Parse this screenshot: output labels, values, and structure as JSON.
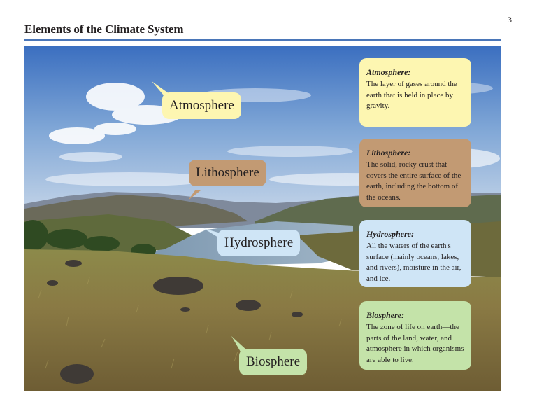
{
  "page": {
    "number": "3",
    "title": "Elements of the Climate System"
  },
  "labels": {
    "atmosphere": "Atmosphere",
    "lithosphere": "Lithosphere",
    "hydrosphere": "Hydrosphere",
    "biosphere": "Biosphere"
  },
  "cards": {
    "atmosphere": {
      "title": "Atmosphere:",
      "text": "The layer of gases around the earth that is held in place by gravity."
    },
    "lithosphere": {
      "title": "Lithosphere:",
      "text": "The solid, rocky crust that covers the entire surface of the earth, including the bottom of the oceans."
    },
    "hydrosphere": {
      "title": "Hydrosphere:",
      "text": "All the waters of the earth's surface (mainly oceans, lakes, and rivers), moisture in the air, and ice."
    },
    "biosphere": {
      "title": "Biosphere:",
      "text": "The zone of life on earth—the parts of the land, water, and atmosphere in which organisms are able to live."
    }
  },
  "colors": {
    "atmosphere": "#fdf6b1",
    "lithosphere": "#c29a73",
    "hydrosphere": "#cfe5f6",
    "biosphere": "#c4e3a9",
    "title_rule": "#4a76b8"
  }
}
